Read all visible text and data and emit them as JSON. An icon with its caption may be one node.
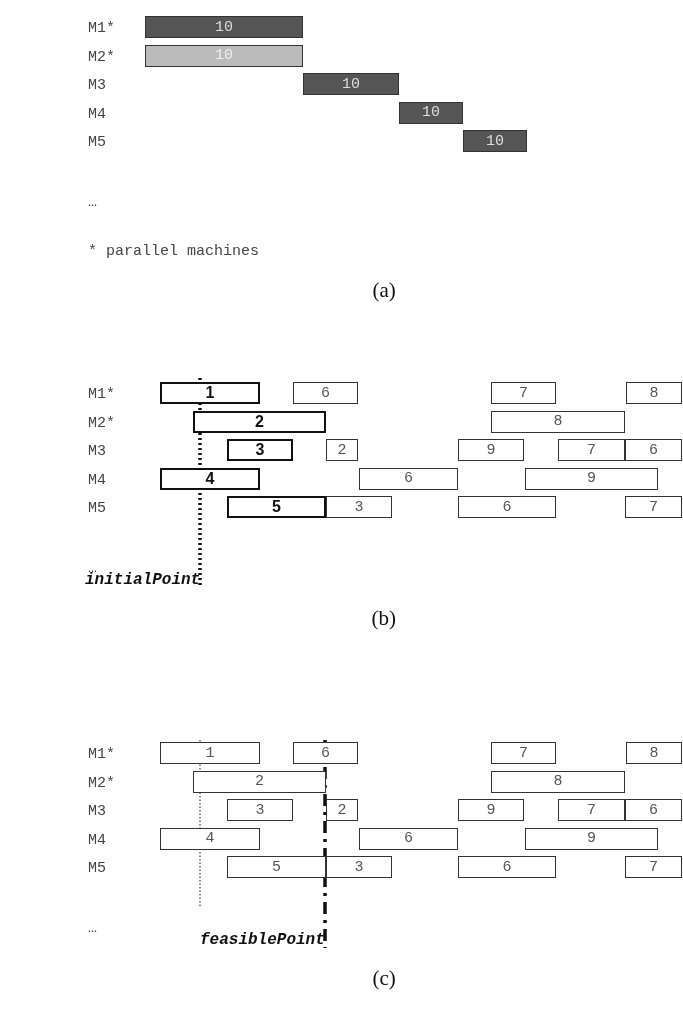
{
  "diagram": {
    "nodes": [
      {
        "text": [
          "10"
        ]
      },
      {
        "text": [
          "10"
        ]
      },
      {
        "text": [
          "10"
        ]
      },
      {
        "text": [
          "10"
        ]
      },
      {
        "text": [
          "10"
        ]
      },
      {
        "text": [
          "1"
        ]
      },
      {
        "text": [
          "6"
        ]
      },
      {
        "text": [
          "7"
        ]
      },
      {
        "text": [
          "8"
        ]
      },
      {
        "text": [
          "2"
        ]
      },
      {
        "text": [
          "8"
        ]
      },
      {
        "text": [
          "3"
        ]
      },
      {
        "text": [
          "2"
        ]
      },
      {
        "text": [
          "9"
        ]
      },
      {
        "text": [
          "7"
        ]
      },
      {
        "text": [
          "6"
        ]
      },
      {
        "text": [
          "4"
        ]
      },
      {
        "text": [
          "6"
        ]
      },
      {
        "text": [
          "9"
        ]
      },
      {
        "text": [
          "5"
        ]
      },
      {
        "text": [
          "3"
        ]
      },
      {
        "text": [
          "6"
        ]
      },
      {
        "text": [
          "7"
        ]
      },
      {
        "text": [
          "1"
        ]
      },
      {
        "text": [
          "6"
        ]
      },
      {
        "text": [
          "7"
        ]
      },
      {
        "text": [
          "8"
        ]
      },
      {
        "text": [
          "2"
        ]
      },
      {
        "text": [
          "8"
        ]
      },
      {
        "text": [
          "3"
        ]
      },
      {
        "text": [
          "2"
        ]
      },
      {
        "text": [
          "9"
        ]
      },
      {
        "text": [
          "7"
        ]
      },
      {
        "text": [
          "6"
        ]
      },
      {
        "text": [
          "4"
        ]
      },
      {
        "text": [
          "6"
        ]
      },
      {
        "text": [
          "9"
        ]
      },
      {
        "text": [
          "5"
        ]
      },
      {
        "text": [
          "3"
        ]
      },
      {
        "text": [
          "6"
        ]
      },
      {
        "text": [
          "7"
        ]
      }
    ],
    "labels": [
      "M1*",
      "M2*",
      "M3",
      "M4",
      "M5",
      "…",
      "* parallel machines",
      "(a)",
      "M1*",
      "M2*",
      "M3",
      "M4",
      "M5",
      "…",
      "initialPoint",
      "(b)",
      "M1*",
      "M2*",
      "M3",
      "M4",
      "M5",
      "…",
      "feasiblePoint",
      "(c)"
    ]
  }
}
